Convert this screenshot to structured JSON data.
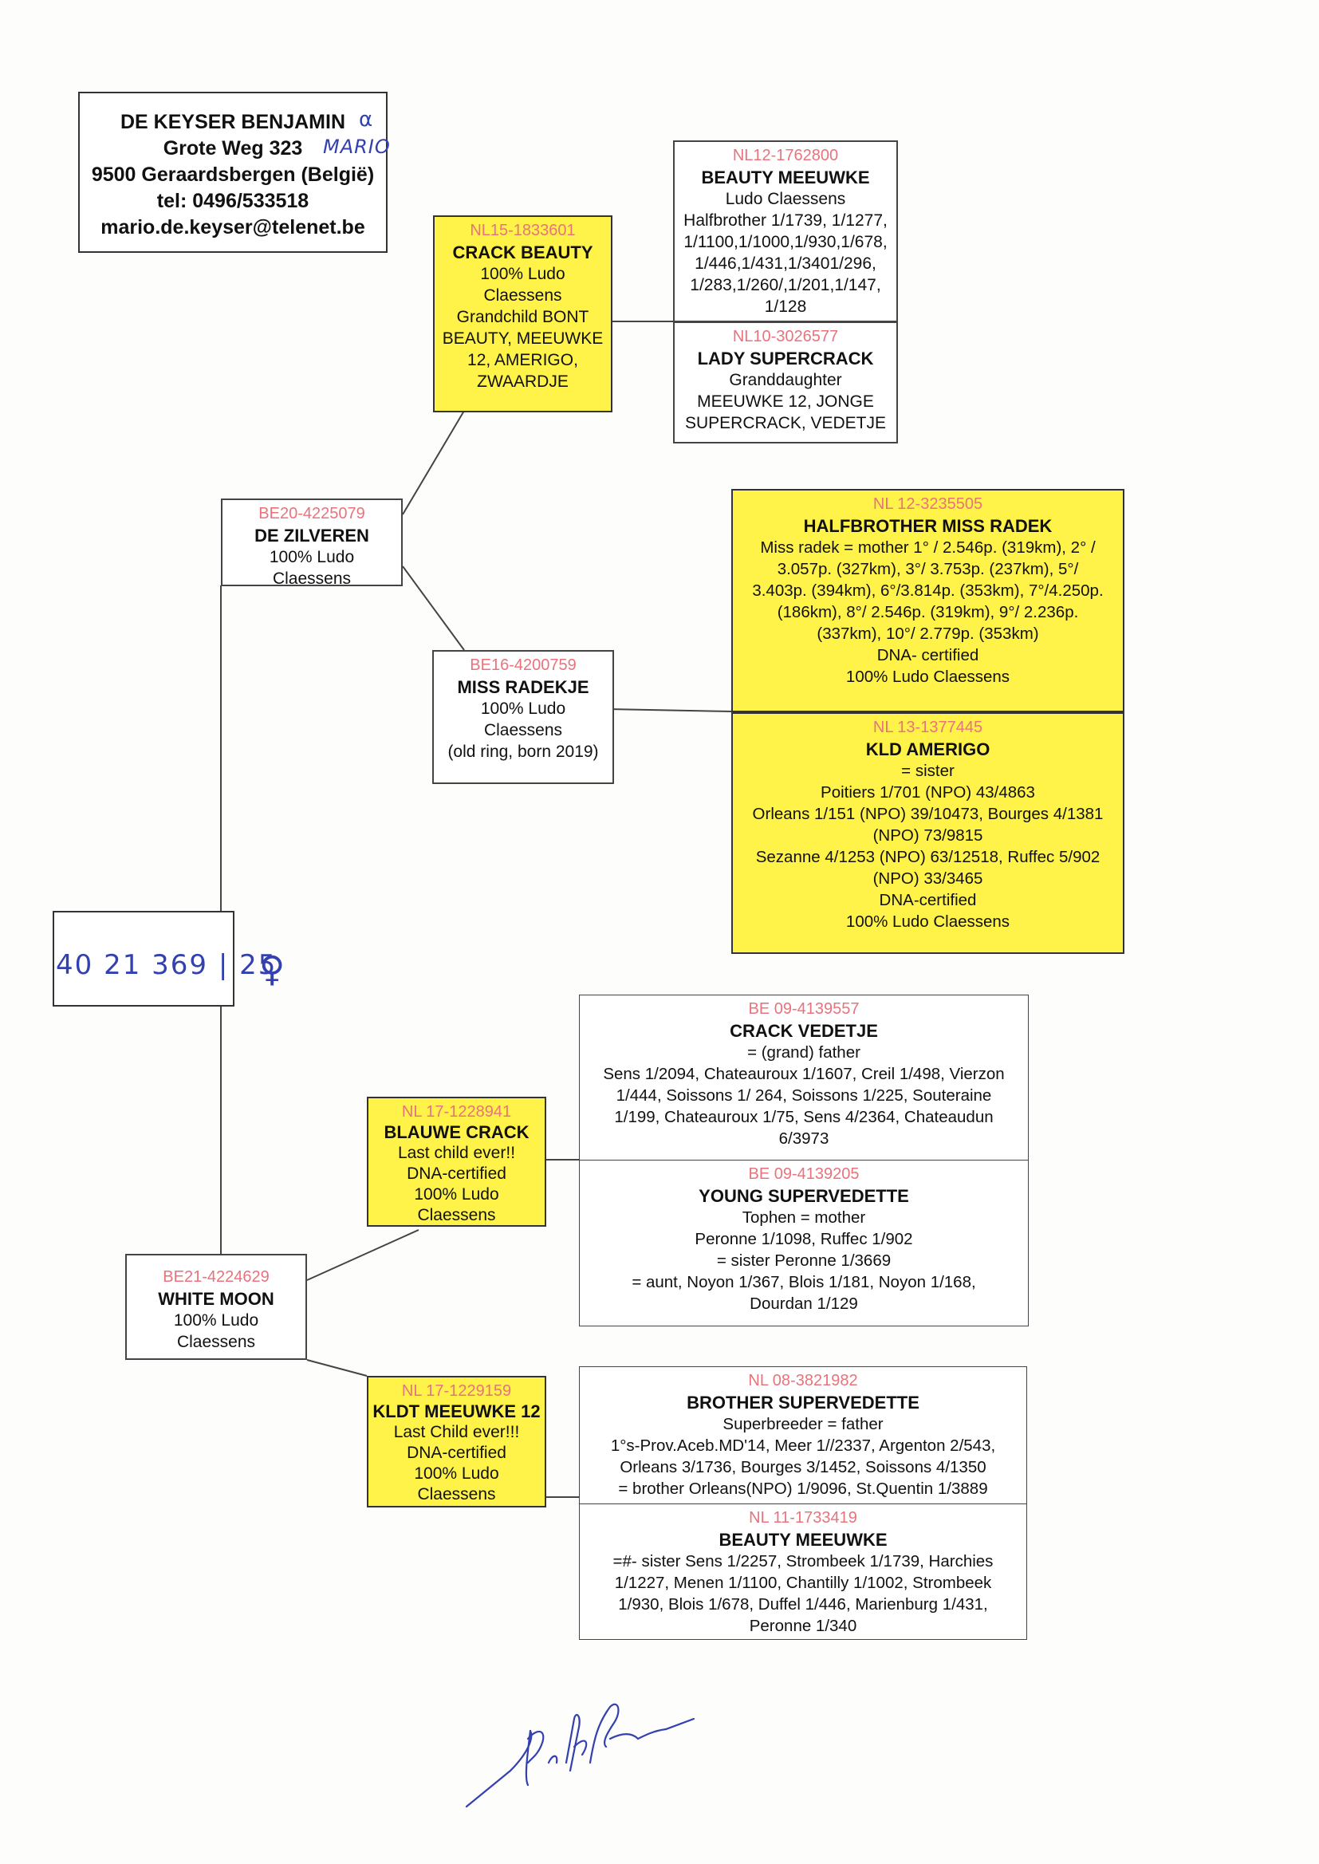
{
  "owner": {
    "name": "DE KEYSER BENJAMIN",
    "address": "Grote Weg 323",
    "city": "9500 Geraardsbergen (België)",
    "tel": "tel: 0496/533518",
    "email": "mario.de.keyser@telenet.be",
    "handwritten_mark": "α",
    "handwritten_name": "MARIO"
  },
  "subject": {
    "ring": "40 21 369 | 25",
    "sex_symbol": "♀"
  },
  "sire": {
    "ring": "BE20-4225079",
    "name": "DE ZILVEREN",
    "lines": [
      "100% Ludo",
      "Claessens"
    ]
  },
  "sire_sire": {
    "ring": "NL15-1833601",
    "name": "CRACK BEAUTY",
    "lines": [
      "100% Ludo",
      "Claessens",
      "Grandchild BONT",
      "BEAUTY, MEEUWKE",
      "12, AMERIGO,",
      "ZWAARDJE"
    ]
  },
  "sire_dam": {
    "ring": "BE16-4200759",
    "name": "MISS RADEKJE",
    "lines": [
      "100% Ludo",
      "Claessens",
      "(old ring, born 2019)"
    ]
  },
  "sss": {
    "ring": "NL12-1762800",
    "name": "BEAUTY MEEUWKE",
    "lines": [
      "Ludo Claessens",
      "Halfbrother 1/1739, 1/1277,",
      "1/1100,1/1000,1/930,1/678,",
      "1/446,1/431,1/3401/296,",
      "1/283,1/260/,1/201,1/147,",
      "1/128"
    ]
  },
  "ssd": {
    "ring": "NL10-3026577",
    "name": "LADY SUPERCRACK",
    "lines": [
      "Granddaughter",
      "MEEUWKE 12, JONGE",
      "SUPERCRACK, VEDETJE"
    ]
  },
  "sds": {
    "ring": "NL 12-3235505",
    "name": "HALFBROTHER MISS RADEK",
    "lines": [
      "Miss radek = mother 1° / 2.546p. (319km), 2° /",
      "3.057p. (327km), 3°/ 3.753p. (237km), 5°/",
      "3.403p. (394km), 6°/3.814p. (353km), 7°/4.250p.",
      "(186km), 8°/ 2.546p. (319km), 9°/ 2.236p.",
      "(337km), 10°/ 2.779p. (353km)",
      "DNA- certified",
      "100% Ludo Claessens"
    ]
  },
  "sdd": {
    "ring": "NL 13-1377445",
    "name": "KLD AMERIGO",
    "lines": [
      "= sister",
      "Poitiers 1/701 (NPO) 43/4863",
      "Orleans 1/151 (NPO) 39/10473, Bourges 4/1381",
      "(NPO) 73/9815",
      "Sezanne 4/1253 (NPO) 63/12518, Ruffec 5/902",
      "(NPO) 33/3465",
      "DNA-certified",
      "100% Ludo Claessens"
    ]
  },
  "dam": {
    "ring": "BE21-4224629",
    "name": "WHITE MOON",
    "lines": [
      "100% Ludo",
      "Claessens"
    ]
  },
  "dam_sire": {
    "ring": "NL 17-1228941",
    "name": "BLAUWE CRACK",
    "lines": [
      "Last child ever!!",
      "DNA-certified",
      "100% Ludo",
      "Claessens"
    ]
  },
  "dam_dam": {
    "ring": "NL 17-1229159",
    "name": "KLDT MEEUWKE 12",
    "lines": [
      "Last Child ever!!!",
      "DNA-certified",
      "100% Ludo",
      "Claessens"
    ]
  },
  "dss": {
    "ring": "BE 09-4139557",
    "name": "CRACK VEDETJE",
    "lines": [
      "= (grand) father",
      "Sens 1/2094, Chateauroux 1/1607, Creil 1/498, Vierzon",
      "1/444, Soissons 1/ 264, Soissons 1/225, Souteraine",
      "1/199, Chateauroux 1/75, Sens 4/2364, Chateaudun",
      "6/3973"
    ]
  },
  "dsd": {
    "ring": "BE 09-4139205",
    "name": "YOUNG SUPERVEDETTE",
    "lines": [
      "Tophen = mother",
      "Peronne 1/1098, Ruffec 1/902",
      "= sister Peronne 1/3669",
      "= aunt, Noyon 1/367, Blois 1/181, Noyon 1/168,",
      "Dourdan 1/129"
    ]
  },
  "dds": {
    "ring": "NL 08-3821982",
    "name": "BROTHER SUPERVEDETTE",
    "lines": [
      "Superbreeder = father",
      "1°s-Prov.Aceb.MD'14, Meer 1//2337, Argenton 2/543,",
      "Orleans 3/1736, Bourges 3/1452, Soissons 4/1350",
      "= brother Orleans(NPO) 1/9096, St.Quentin 1/3889"
    ]
  },
  "ddd": {
    "ring": "NL 11-1733419",
    "name": "BEAUTY MEEUWKE",
    "lines": [
      "=#- sister Sens 1/2257, Strombeek 1/1739, Harchies",
      "1/1227, Menen 1/1100, Chantilly 1/1002, Strombeek",
      "1/930, Blois 1/678, Duffel 1/446, Marienburg 1/431,",
      "Peronne 1/340"
    ]
  },
  "colors": {
    "highlight": "#fff34a",
    "ring_text": "#e8737d",
    "ink": "#3340b0"
  }
}
